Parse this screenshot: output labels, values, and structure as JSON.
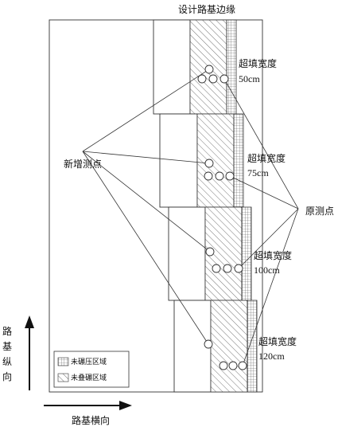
{
  "title": "设计路基边缘",
  "labels": {
    "new_points": "新增测点",
    "original_points": "原测点",
    "longitudinal": [
      "路",
      "基",
      "纵",
      "向"
    ],
    "transverse": "路基横向"
  },
  "segments": [
    {
      "label": "超填宽度",
      "width": "50cm"
    },
    {
      "label": "超填宽度",
      "width": "75cm"
    },
    {
      "label": "超填宽度",
      "width": "100cm"
    },
    {
      "label": "超填宽度",
      "width": "120cm"
    }
  ],
  "legend": {
    "uncompacted": "未碾压区域",
    "overlap": "未叠碾区域"
  }
}
